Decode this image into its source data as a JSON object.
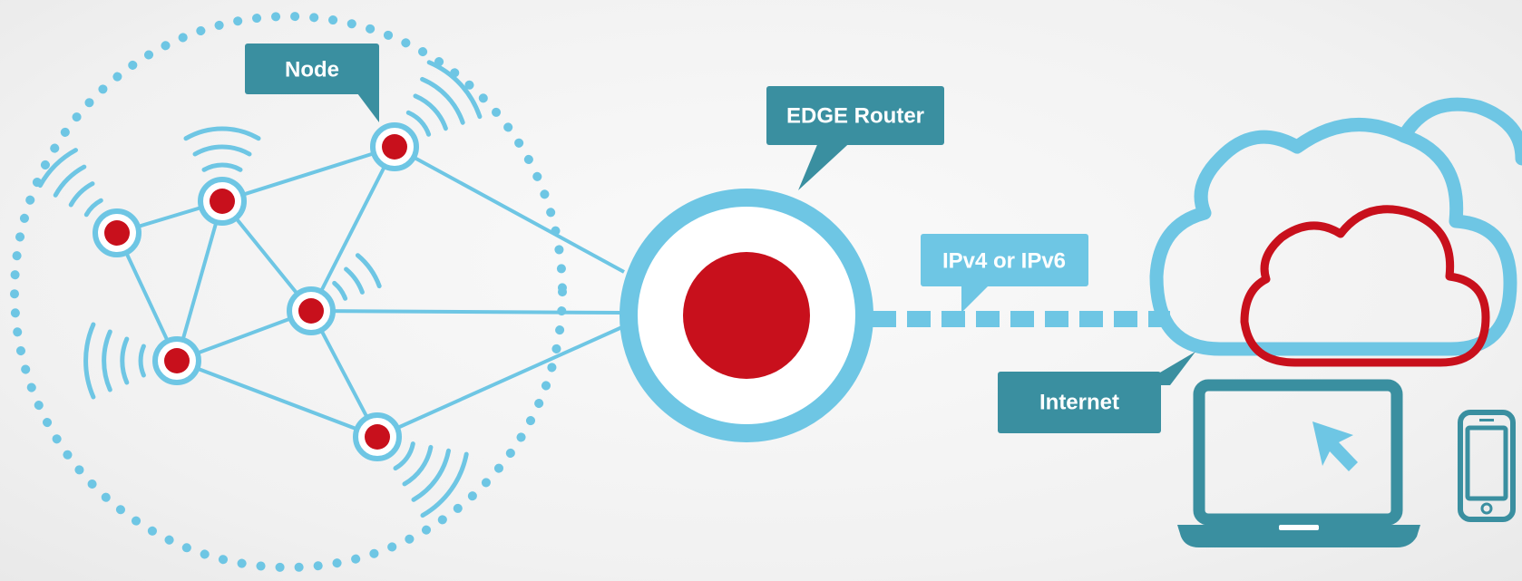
{
  "labels": {
    "node": "Node",
    "edge_router": "EDGE Router",
    "protocol": "IPv4 or IPv6",
    "internet": "Internet"
  },
  "colors": {
    "light_blue": "#6ec6e4",
    "teal": "#3a8fa0",
    "red": "#c8101c",
    "white": "#ffffff"
  }
}
